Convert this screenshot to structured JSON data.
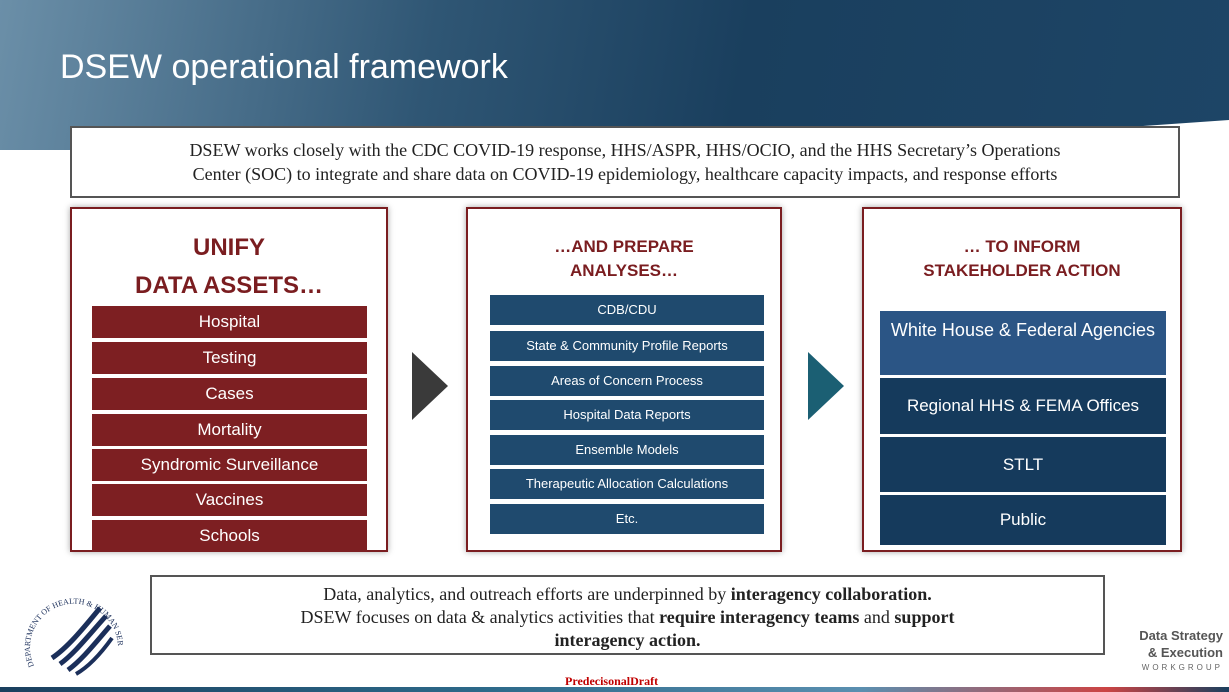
{
  "slide": {
    "title": "DSEW operational framework",
    "intro_line1": "DSEW works closely with the CDC COVID-19 response, HHS/ASPR, HHS/OCIO, and the HHS Secretary’s Operations",
    "intro_line2": "Center (SOC) to integrate and share data on COVID-19 epidemiology, healthcare capacity impacts, and response efforts"
  },
  "panel_unify": {
    "heading_line1": "UNIFY",
    "heading_line2": "DATA ASSETS…",
    "items": [
      "Hospital",
      "Testing",
      "Cases",
      "Mortality",
      "Syndromic Surveillance",
      "Vaccines",
      "Schools"
    ]
  },
  "panel_prepare": {
    "heading_line1": "…AND PREPARE",
    "heading_line2": "ANALYSES…",
    "items": [
      "CDB/CDU",
      "State & Community Profile Reports",
      "Areas of Concern  Process",
      "Hospital Data Reports",
      "Ensemble Models",
      "Therapeutic Allocation Calculations",
      "Etc."
    ]
  },
  "panel_inform": {
    "heading_line1": "… TO INFORM",
    "heading_line2": "STAKEHOLDER ACTION",
    "items": [
      "White House & Federal Agencies",
      "Regional HHS & FEMA Offices",
      "STLT",
      "Public"
    ]
  },
  "footer": {
    "line1_a": "Data, analytics, and outreach efforts are underpinned by ",
    "line1_b": "interagency collaboration.",
    "line2_a": "DSEW focuses on data & analytics activities that ",
    "line2_b": "require interagency teams",
    "line2_c": " and ",
    "line2_d": "support",
    "line3": "interagency action."
  },
  "logo": {
    "line1": "Data Strategy",
    "line2": "& Execution",
    "line3": "WORKGROUP"
  },
  "seal_text": "DEPARTMENT OF HEALTH & HUMAN SERVICES · USA",
  "draft_label": "PredecisonalDraft",
  "colors": {
    "maroon": "#7d1f22",
    "navy": "#1f4a6e",
    "dark_navy": "#153a5c",
    "highlight_blue": "#2b5585",
    "arrow_gray": "#3a3a3a",
    "arrow_teal": "#1b5f73"
  },
  "icons": [
    "hhs-seal-icon",
    "arrow-right-icon"
  ]
}
